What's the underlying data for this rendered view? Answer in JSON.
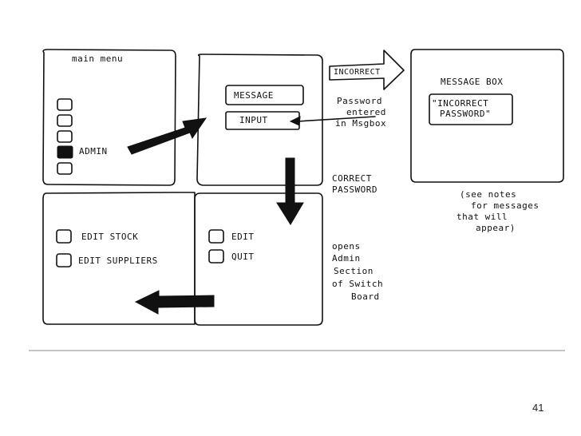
{
  "main_menu": {
    "title": "main menu",
    "admin_label": "ADMIN"
  },
  "login_panel": {
    "message_label": "MESSAGE",
    "input_label": "INPUT"
  },
  "incorrect_arrow": {
    "label": "INCORRECT"
  },
  "password_note": {
    "line1": "Password",
    "line2": "entered",
    "line3": "in Msgbox"
  },
  "message_box": {
    "title": "MESSAGE BOX",
    "text_line1": "\"INCORRECT",
    "text_line2": "PASSWORD\""
  },
  "correct_note": {
    "line1": "CORRECT",
    "line2": "PASSWORD"
  },
  "notes_note": {
    "line1": "(see notes",
    "line2": "for messages",
    "line3": "that will",
    "line4": "appear)"
  },
  "admin_section": {
    "edit_stock": "EDIT STOCK",
    "edit_suppliers": "EDIT SUPPLIERS"
  },
  "edit_panel": {
    "edit": "EDIT",
    "quit": "QUIT"
  },
  "opens_note": {
    "line1": "opens",
    "line2": "Admin",
    "line3": "Section",
    "line4": "of Switch",
    "line5": "Board"
  },
  "slide": {
    "page_number": "41"
  }
}
